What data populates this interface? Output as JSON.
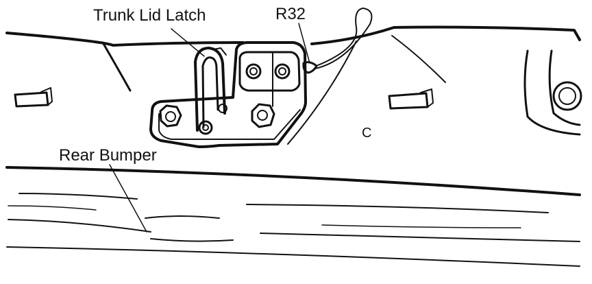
{
  "labels": {
    "trunk_lid_latch": "Trunk Lid Latch",
    "r32": "R32",
    "rear_bumper": "Rear Bumper",
    "c": "C"
  },
  "colors": {
    "ink": "#111111",
    "paper": "#ffffff"
  }
}
